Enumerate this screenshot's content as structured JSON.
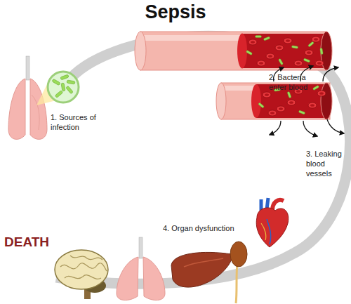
{
  "diagram": {
    "title": "Sepsis",
    "labels": [
      "1. Sources of infection",
      "2. Bacteria enter blood",
      "3. Leaking blood vessels",
      "4. Organ dysfunction",
      "DEATH"
    ]
  }
}
